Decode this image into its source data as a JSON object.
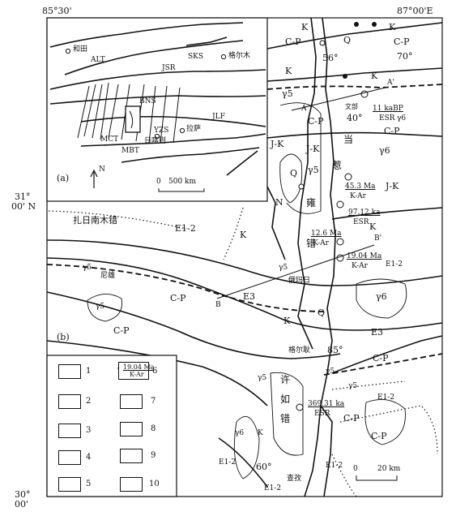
{
  "coords": {
    "top_left": "85°30'",
    "top_right": "87°00'E",
    "lat_31": "31°",
    "lat_31_sub": "00' N",
    "lat_30": "30°",
    "lat_30_sub": "00'"
  },
  "inset": {
    "panel": "(a)",
    "places": {
      "hetian": "和田",
      "geermu": "格尔木",
      "lasa": "拉萨",
      "rikaze": "日喀则"
    },
    "faults": {
      "alt": "ALT",
      "sks": "SKS",
      "jsr": "JSR",
      "bns": "BNS",
      "yzs": "YZS",
      "mct": "MCT",
      "mbt": "MBT",
      "jlf": "JLF"
    },
    "north": "N",
    "scale_0": "0",
    "scale_500": "500 km"
  },
  "main": {
    "panel": "(b)",
    "units": {
      "k": "K",
      "q": "Q",
      "cp": "C-P",
      "jk": "J-K",
      "g5": "γ5",
      "g6": "γ6",
      "e12": "E1-2",
      "e3": "E3"
    },
    "places": {
      "zari": "扎日南木错",
      "nixiong": "尼雄",
      "emari": "俄玛日",
      "geerdong": "格尔耿",
      "wenbu": "文部",
      "dang": "当",
      "re": "惹",
      "yong": "雍",
      "cuo": "错",
      "xu": "许",
      "ru": "如",
      "cuo2": "错",
      "chasang": "查孜"
    },
    "dips": {
      "d56": "56°",
      "d70": "70°",
      "d40": "40°",
      "d85": "85°",
      "d60": "60°"
    },
    "profiles": {
      "a": "A",
      "a2": "A'",
      "b": "B",
      "b2": "B'"
    },
    "ages": [
      {
        "age": "11 kaBP",
        "method": "ESR"
      },
      {
        "age": "45.3 Ma",
        "method": "K-Ar"
      },
      {
        "age": "97.12 ka",
        "method": "ESR"
      },
      {
        "age": "12.6 Ma",
        "method": "K-Ar"
      },
      {
        "age": "19.04 Ma",
        "method": "K-Ar"
      },
      {
        "age": "369.31 ka",
        "method": "ESR"
      }
    ],
    "north": "N",
    "scale_0": "0",
    "scale_20": "20 km"
  },
  "legend": {
    "items": [
      "1",
      "2",
      "3",
      "4",
      "5",
      "6",
      "7",
      "8",
      "9",
      "10"
    ],
    "sample_age": "19.04 Ma",
    "sample_method": "K-Ar"
  }
}
